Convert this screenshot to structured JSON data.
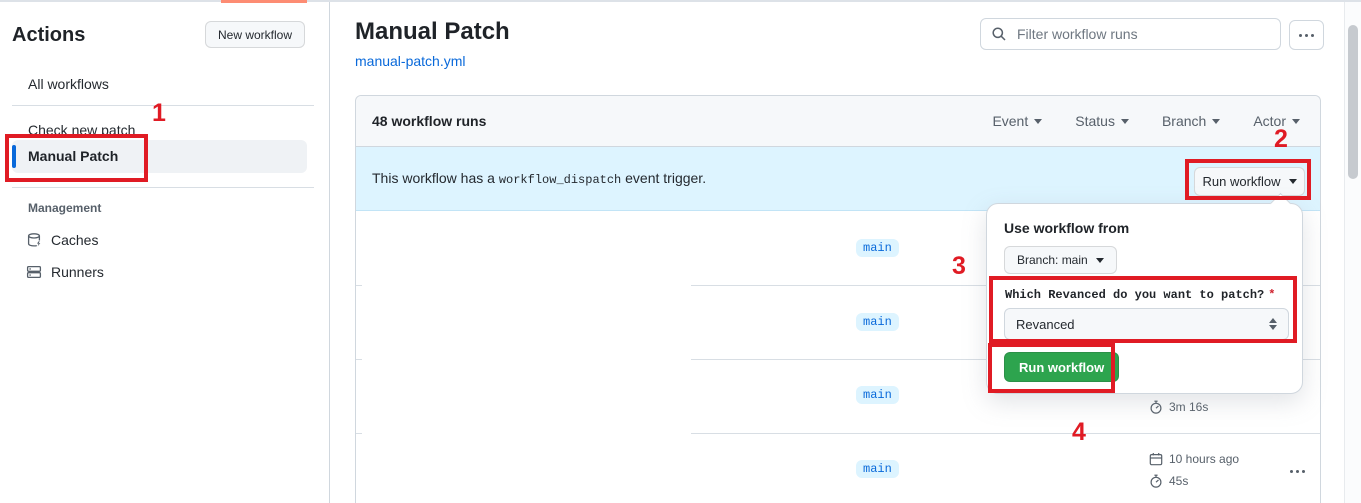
{
  "colors": {
    "accent_blue": "#0969da",
    "banner_blue": "#ddf4ff",
    "button_green": "#2da44e",
    "annotation_red": "#e01b24",
    "tab_accent_orange": "#fd8c73"
  },
  "sidebar": {
    "title": "Actions",
    "new_workflow_button": "New workflow",
    "items": [
      {
        "label": "All workflows",
        "selected": false
      },
      {
        "label": "Check new patch",
        "selected": false
      },
      {
        "label": "Manual Patch",
        "selected": true
      }
    ],
    "management": {
      "label": "Management",
      "items": [
        {
          "label": "Caches",
          "icon": "database-icon"
        },
        {
          "label": "Runners",
          "icon": "server-icon"
        }
      ]
    }
  },
  "header": {
    "title": "Manual Patch",
    "workflow_file": "manual-patch.yml",
    "filter_placeholder": "Filter workflow runs",
    "kebab_icon": "kebab-horizontal-icon"
  },
  "runs_panel": {
    "count_label": "48 workflow runs",
    "filters": [
      {
        "label": "Event"
      },
      {
        "label": "Status"
      },
      {
        "label": "Branch"
      },
      {
        "label": "Actor"
      }
    ],
    "banner": {
      "text_before": "This workflow has a ",
      "code": "workflow_dispatch",
      "text_after": " event trigger.",
      "run_workflow_button": "Run workflow"
    },
    "rows": [
      {
        "branch": "main"
      },
      {
        "branch": "main"
      },
      {
        "branch": "main",
        "duration": "3m 16s"
      },
      {
        "branch": "main",
        "started": "10 hours ago",
        "duration": "45s"
      }
    ]
  },
  "popup": {
    "heading": "Use workflow from",
    "branch_selector": "Branch: main",
    "input_label": "Which Revanced do you want to patch?",
    "required_marker": "*",
    "select_value": "Revanced",
    "run_button": "Run workflow"
  },
  "annotations": {
    "n1": "1",
    "n2": "2",
    "n3": "3",
    "n4": "4"
  }
}
